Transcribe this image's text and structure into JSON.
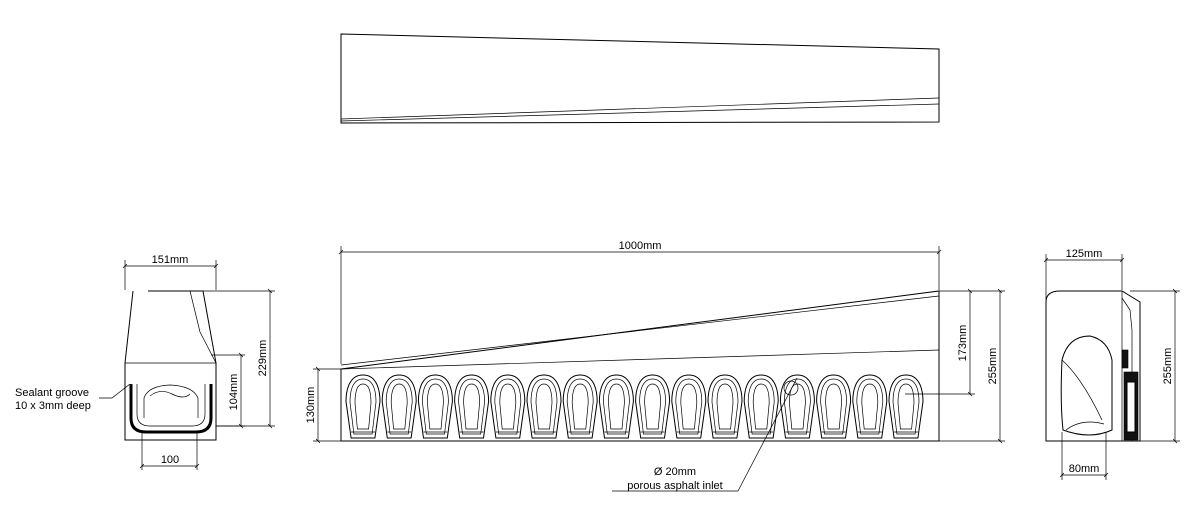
{
  "views": {
    "left_end": {
      "width_label": "151mm",
      "height_label": "229mm",
      "channel_height_label": "104mm",
      "base_width_label": "100",
      "note_line1": "Sealant groove",
      "note_line2": "10 x 3mm deep"
    },
    "elevation": {
      "length_label": "1000mm",
      "left_height_label": "130mm",
      "right_height_label": "255mm",
      "top_height_label": "173mm",
      "inlet_line1": "Ø 20mm",
      "inlet_line2": "porous asphalt inlet",
      "slot_count": 16
    },
    "right_end": {
      "width_label": "125mm",
      "height_label": "255mm",
      "base_width_label": "80mm"
    }
  }
}
